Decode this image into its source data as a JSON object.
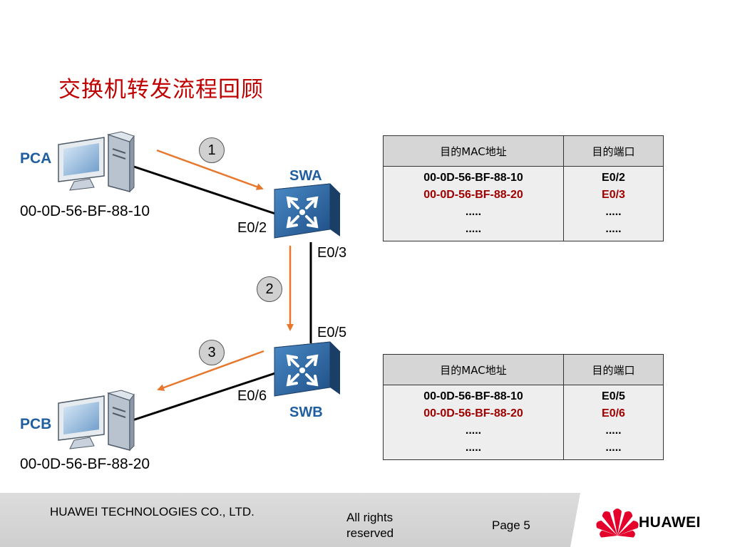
{
  "title": "交换机转发流程回顾",
  "hosts": {
    "pca": {
      "name": "PCA",
      "mac": "00-0D-56-BF-88-10"
    },
    "pcb": {
      "name": "PCB",
      "mac": "00-0D-56-BF-88-20"
    }
  },
  "switches": {
    "swa": {
      "name": "SWA",
      "ports": [
        "E0/2",
        "E0/3"
      ]
    },
    "swb": {
      "name": "SWB",
      "ports": [
        "E0/5",
        "E0/6"
      ]
    }
  },
  "steps": [
    "1",
    "2",
    "3"
  ],
  "tables": [
    {
      "headers": {
        "mac": "目的MAC地址",
        "port": "目的端口"
      },
      "rows": [
        {
          "mac": "00-0D-56-BF-88-10",
          "port": "E0/2"
        },
        {
          "mac": "00-0D-56-BF-88-20",
          "port": "E0/3"
        },
        {
          "mac": ".....",
          "port": "....."
        },
        {
          "mac": ".....",
          "port": "....."
        }
      ]
    },
    {
      "headers": {
        "mac": "目的MAC地址",
        "port": "目的端口"
      },
      "rows": [
        {
          "mac": "00-0D-56-BF-88-10",
          "port": "E0/5"
        },
        {
          "mac": "00-0D-56-BF-88-20",
          "port": "E0/6"
        },
        {
          "mac": ".....",
          "port": "....."
        },
        {
          "mac": ".....",
          "port": "....."
        }
      ]
    }
  ],
  "colors": {
    "title": "#c00000",
    "label": "#1f5fa0",
    "highlight": "#a00000",
    "arrow": "#e8772e"
  },
  "icons": {
    "pc": "desktop-computer-icon",
    "switch": "switch-icon"
  },
  "footer": {
    "company": "HUAWEI TECHNOLOGIES CO., LTD.",
    "rights": "All rights reserved",
    "page": "Page 5",
    "logo_text": "HUAWEI"
  }
}
